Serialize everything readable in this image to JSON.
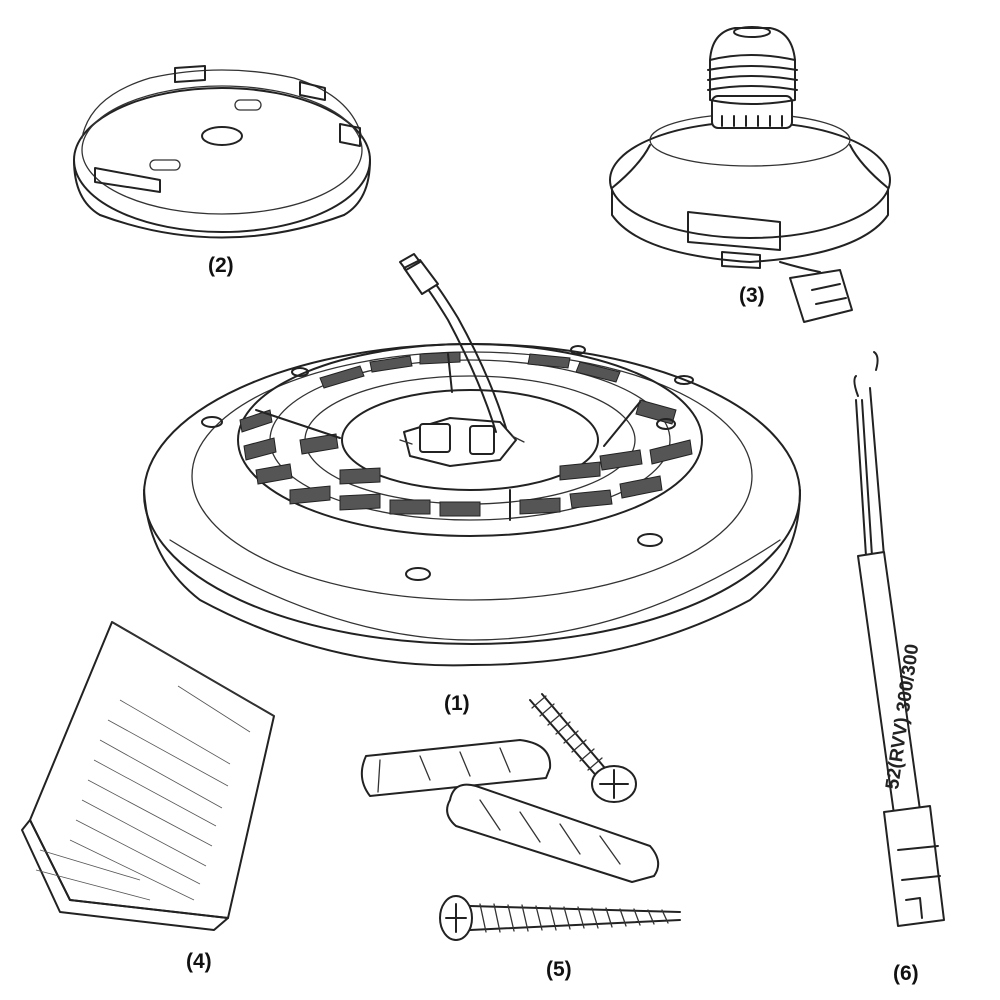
{
  "parts": {
    "p1": {
      "label": "(1)",
      "icon": "led-ceiling-lamp-body-icon"
    },
    "p2": {
      "label": "(2)",
      "icon": "mounting-plate-icon"
    },
    "p3": {
      "label": "(3)",
      "icon": "e27-socket-adapter-icon"
    },
    "p4": {
      "label": "(4)",
      "icon": "instruction-manual-icon"
    },
    "p5": {
      "label": "(5)",
      "icon": "screws-and-dowels-icon"
    },
    "p6": {
      "label": "(6)",
      "icon": "power-cable-icon"
    }
  },
  "cable_print": "52(RVV) 300/300"
}
